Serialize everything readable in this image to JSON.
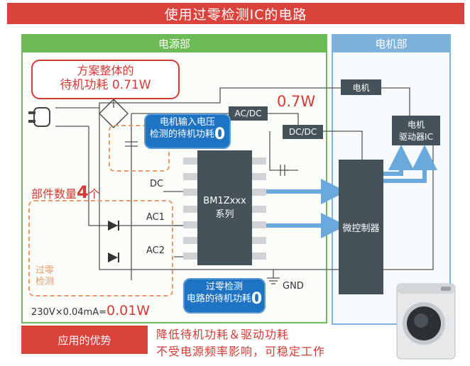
{
  "title": "使用过零检测IC的电路",
  "sections": {
    "power": "电源部",
    "motor": "电机部"
  },
  "standby_total": {
    "line1": "方案整体的",
    "line2": "待机功耗 0.71W"
  },
  "power_value": "0.7W",
  "input_voltage_callout": {
    "line1": "电机输入电压",
    "line2": "检测的待机功耗",
    "zero": "0"
  },
  "zero_cross_callout": {
    "line1": "过零检测",
    "line2": "电路的待机功耗",
    "zero": "0"
  },
  "parts_count": {
    "label": "部件数量",
    "count": "4",
    "unit": "个"
  },
  "zero_cross_label": {
    "line1": "过零",
    "line2": "检测"
  },
  "blocks": {
    "motor": "电机",
    "acdc": "AC/DC",
    "dcdc": "DC/DC",
    "motor_driver_line1": "电机",
    "motor_driver_line2": "驱动器IC",
    "ic_name_line1": "BM1Zxxx",
    "ic_name_line2": "系列",
    "mcu": "微控制器"
  },
  "pins": {
    "dc": "DC",
    "ac1": "AC1",
    "ac2": "AC2",
    "gnd": "GND"
  },
  "formula": {
    "prefix": "230V×0.04mA=",
    "value": "0.01W"
  },
  "advantages": {
    "label": "应用的优势",
    "line1": "降低待机功耗＆驱动功耗",
    "line2": "不受电源频率影响，可稳定工作"
  },
  "colors": {
    "accent_red": "#d9433c",
    "power_green": "#6dbb57",
    "motor_blue": "#7fb1dd",
    "arrow_blue": "#6aa9dc",
    "dark_block": "#45525a",
    "callout_blue": "#1f73c3"
  }
}
